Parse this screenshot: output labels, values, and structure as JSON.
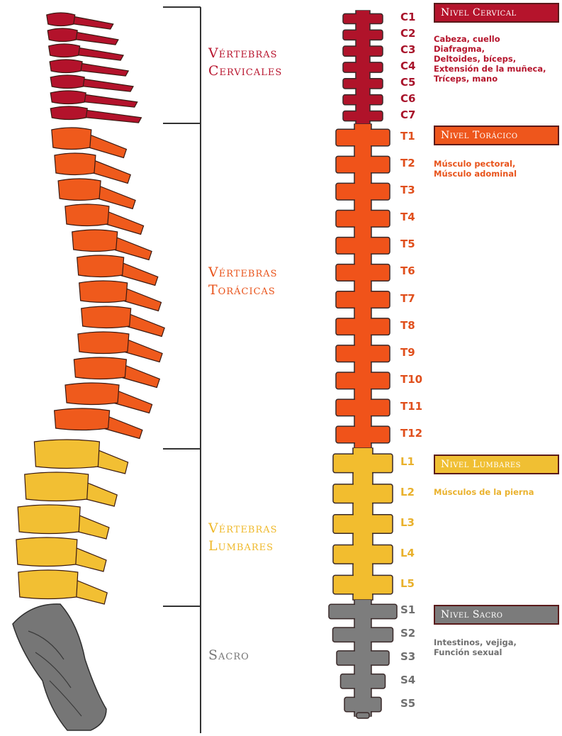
{
  "colors": {
    "cervical": "#b0132a",
    "thoracic": "#f0531a",
    "lumbar": "#f2bd2f",
    "sacral": "#7d7d7d",
    "outline": "#3a2a2a",
    "bracket": "#333333"
  },
  "regions": [
    {
      "id": "cervical",
      "lines": [
        "Vértebras",
        "Cervicales"
      ],
      "color": "#b8152e"
    },
    {
      "id": "thoracic",
      "lines": [
        "Vértebras",
        "Torácicas"
      ],
      "color": "#e9541c"
    },
    {
      "id": "lumbar",
      "lines": [
        "Vértebras",
        "Lumbares"
      ],
      "color": "#efb92b"
    },
    {
      "id": "sacral",
      "lines": [
        "Sacro"
      ],
      "color": "#777777"
    }
  ],
  "vertebrae": {
    "cervical": [
      "C1",
      "C2",
      "C3",
      "C4",
      "C5",
      "C6",
      "C7"
    ],
    "thoracic": [
      "T1",
      "T2",
      "T3",
      "T4",
      "T5",
      "T6",
      "T7",
      "T8",
      "T9",
      "T10",
      "T11",
      "T12"
    ],
    "lumbar": [
      "L1",
      "L2",
      "L3",
      "L4",
      "L5"
    ],
    "sacral": [
      "S1",
      "S2",
      "S3",
      "S4",
      "S5"
    ]
  },
  "levels": [
    {
      "id": "cervical",
      "title": "Nivel Cervical",
      "fill": "#b5142c",
      "desc": [
        "Cabeza, cuello",
        "Diafragma,",
        "Deltoides, bíceps,",
        "Extensión de la muñeca,",
        "Tríceps, mano"
      ],
      "desc_color": "#b5142c"
    },
    {
      "id": "thoracic",
      "title": "Nivel Torácico",
      "fill": "#ee561c",
      "desc": [
        "Músculo pectoral,",
        "Músculo adominal"
      ],
      "desc_color": "#e8541c"
    },
    {
      "id": "lumbar",
      "title": "Nivel Lumbares",
      "fill": "#f0bf33",
      "desc": [
        "Músculos de la pierna"
      ],
      "desc_color": "#eab22e"
    },
    {
      "id": "sacral",
      "title": "Nivel Sacro",
      "fill": "#7b7b7b",
      "desc": [
        "Intestinos, vejiga,",
        "Función sexual"
      ],
      "desc_color": "#6f6f6f"
    }
  ]
}
